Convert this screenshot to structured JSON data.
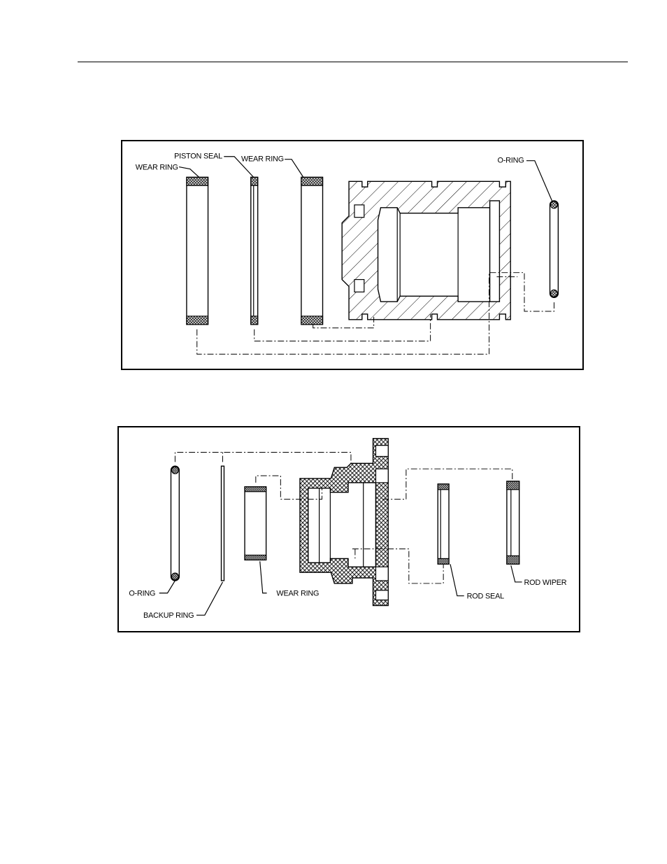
{
  "figure1": {
    "labels": {
      "wear_ring_left": "WEAR RING",
      "piston_seal": "PISTON SEAL",
      "wear_ring_right": "WEAR RING",
      "o_ring": "O-RING"
    }
  },
  "figure2": {
    "labels": {
      "o_ring": "O-RING",
      "backup_ring": "BACKUP RING",
      "wear_ring": "WEAR RING",
      "rod_seal": "ROD SEAL",
      "rod_wiper": "ROD WIPER"
    }
  }
}
